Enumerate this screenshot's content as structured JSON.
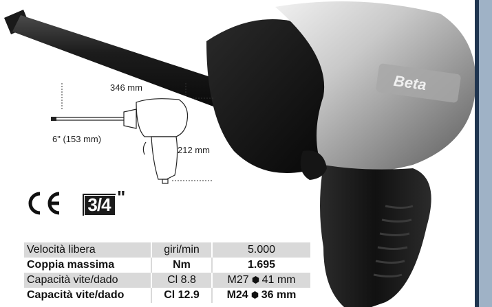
{
  "brand": {
    "logo_text": "Beta"
  },
  "drawing": {
    "overall_length": "346 mm",
    "extension_length": "6\" (153 mm)",
    "height": "212 mm"
  },
  "marks": {
    "ce": "CE",
    "drive_size": "3/4",
    "drive_unit": "\""
  },
  "specs": [
    {
      "label": "Velocità libera",
      "unit": "giri/min",
      "value": "5.000",
      "bold": false,
      "hex": false
    },
    {
      "label": "Coppia massima",
      "unit": "Nm",
      "value": "1.695",
      "bold": true,
      "hex": false
    },
    {
      "label": "Capacità vite/dado",
      "unit": "Cl 8.8",
      "value_a": "M27",
      "value_b": "41 mm",
      "bold": false,
      "hex": true
    },
    {
      "label": "Capacità vite/dado",
      "unit": "Cl 12.9",
      "value_a": "M24",
      "value_b": "36 mm",
      "bold": true,
      "hex": true
    }
  ],
  "colors": {
    "frame": "#1f3550",
    "frame_fill": "#9fb2c6",
    "row_shade": "#d9d9d9"
  }
}
